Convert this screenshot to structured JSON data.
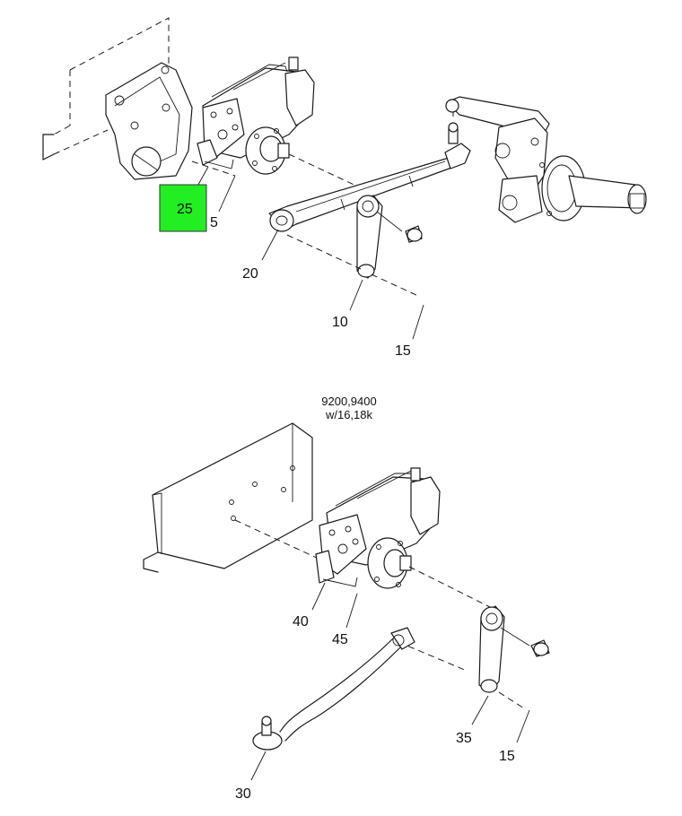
{
  "highlight_color": "#22ee22",
  "top_view": {
    "callouts": {
      "c25": "25",
      "c5": "5",
      "c20": "20",
      "c10": "10",
      "c15": "15"
    },
    "highlighted_callout": "25"
  },
  "bottom_view": {
    "caption_line1": "9200,9400",
    "caption_line2": "w/16,18k",
    "callouts": {
      "c40": "40",
      "c45": "45",
      "c30": "30",
      "c35": "35",
      "c15": "15"
    }
  }
}
